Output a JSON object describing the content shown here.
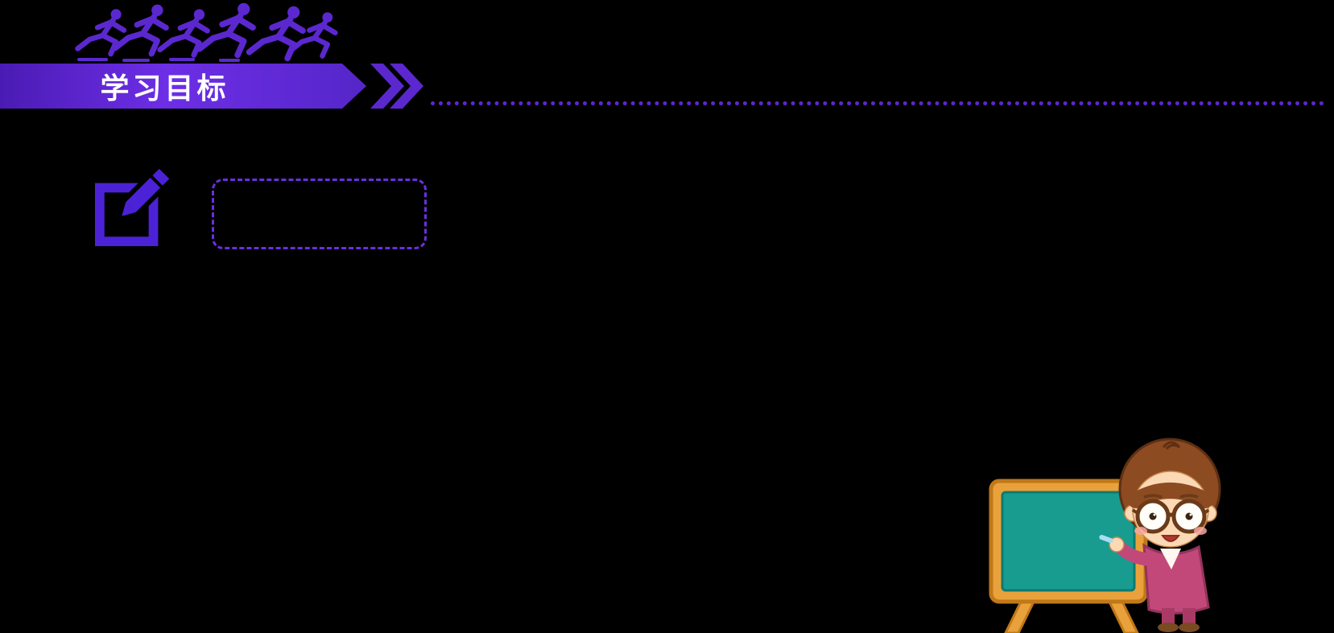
{
  "slide": {
    "background_color": "#000000",
    "title_banner": {
      "label": "学习目标",
      "text_color": "#FFFFFF",
      "background_gradient": [
        "#4A1BB4",
        "#6D2EE6",
        "#5526C9"
      ],
      "chevron_icon": "double-chevron-right",
      "chevron_color": "#5B28CF",
      "chevron_count": 2
    },
    "divider": {
      "style": "dotted",
      "color": "#5B28CF"
    },
    "decorations": {
      "runners_clipart": {
        "name": "sprinting-runners-clipart",
        "color": "#5B28CF"
      },
      "pencil_box_icon": {
        "name": "pencil-edit-box-icon",
        "color": "#4B22D6"
      },
      "content_placeholder": {
        "border_color": "#6A2FE0",
        "border_style": "dashed",
        "text": ""
      },
      "teacher_illustration": {
        "name": "kid-at-chalkboard-illustration",
        "board_color": "#189C90",
        "frame_color": "#E9A23B",
        "frame_outline_color": "#C07818",
        "hair_color": "#8D4B22",
        "skin_color": "#FCD9B5",
        "sweater_color": "#C2487A",
        "chalk_color": "#A8DCF5"
      }
    }
  }
}
